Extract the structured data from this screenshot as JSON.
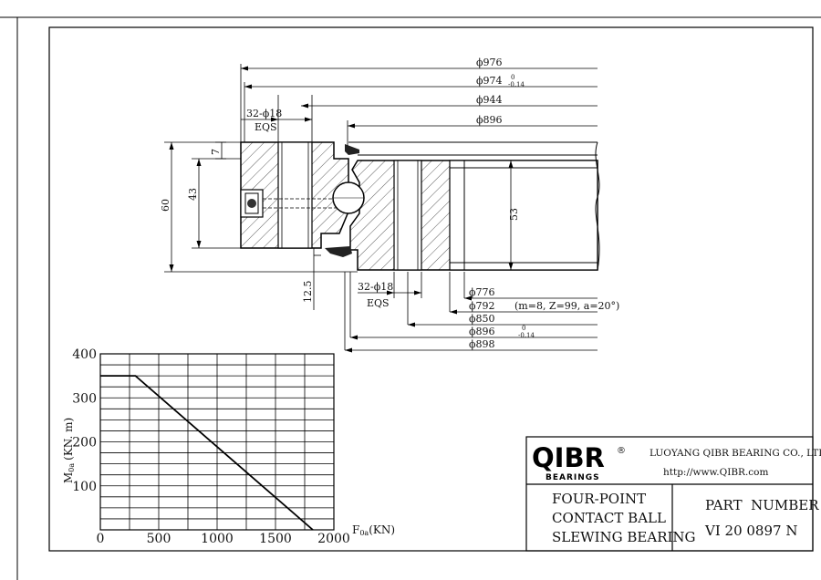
{
  "drawing": {
    "dims": {
      "d976": "ϕ976",
      "d974": "ϕ974",
      "d974_tol_upper": "0",
      "d974_tol_lower": "-0.14",
      "d944": "ϕ944",
      "d896_top": "ϕ896",
      "holes_top": "32-ϕ18",
      "eqs_top": "EQS",
      "h7": "7",
      "h60": "60",
      "h43": "43",
      "h53": "53",
      "h12_5": "12.5",
      "holes_bottom": "32-ϕ18",
      "eqs_bottom": "EQS",
      "d776": "ϕ776",
      "d792": "ϕ792",
      "gear_spec": "(m=8, Z=99, a=20°)",
      "d850": "ϕ850",
      "d896_bottom": "ϕ896",
      "d896_tol_upper": "0",
      "d896_tol_lower": "-0.14",
      "d898": "ϕ898"
    }
  },
  "chart_data": {
    "type": "line",
    "title": "",
    "xlabel": "F0a (KN)",
    "ylabel": "M0a (KN. m)",
    "xlim": [
      0,
      2000
    ],
    "ylim": [
      0,
      400
    ],
    "x_ticks": [
      "0",
      "500",
      "1000",
      "1500",
      "2000"
    ],
    "y_ticks": [
      "100",
      "200",
      "300",
      "400"
    ],
    "grid": true,
    "series": [
      {
        "x": [
          0,
          300,
          1820
        ],
        "y": [
          350,
          350,
          0
        ]
      }
    ]
  },
  "chart_labels": {
    "ylabel_main": "M",
    "ylabel_sub": "0a",
    "ylabel_unit": "(KN. m)",
    "xlabel_main": "F",
    "xlabel_sub": "0a",
    "xlabel_unit": "(KN)"
  },
  "title_block": {
    "logo": "QIBR",
    "registered": "®",
    "logo_sub": "BEARINGS",
    "company": "LUOYANG QIBR BEARING CO., LTD",
    "website": "http://www.QIBR.com",
    "product_line1": "FOUR-POINT",
    "product_line2": "CONTACT BALL",
    "product_line3": "SLEWING BEARING",
    "part_number_label": "PART  NUMBER",
    "part_number": "VI 20 0897 N"
  }
}
